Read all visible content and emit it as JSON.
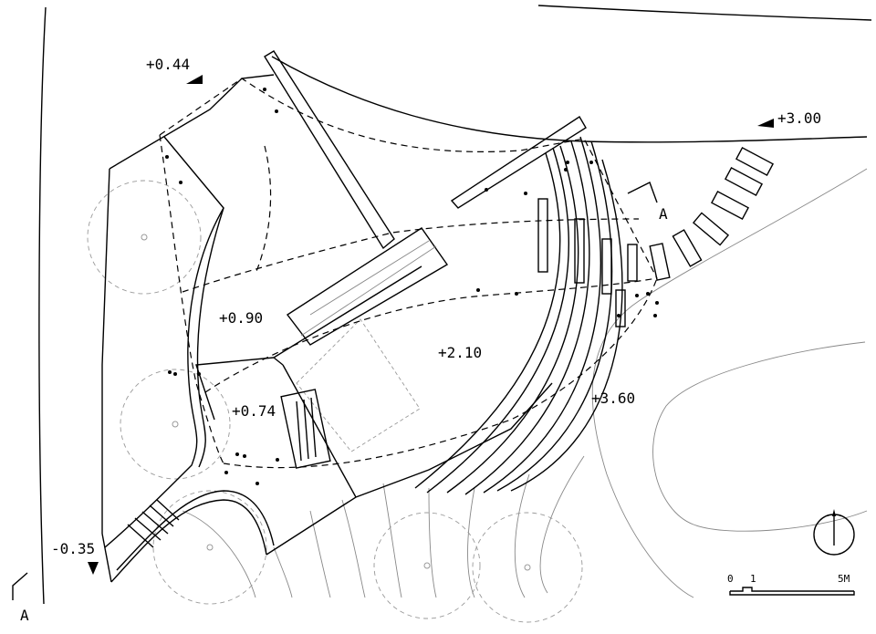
{
  "levels": {
    "top_left": "+0.44",
    "top_right": "+3.00",
    "west_area": "+0.90",
    "center": "+2.10",
    "lower_left": "+0.74",
    "seating": "+3.60",
    "entrance": "-0.35"
  },
  "section": {
    "label_top": "A",
    "label_bottom": "A"
  },
  "scale_bar": {
    "zero": "0",
    "one": "1",
    "five": "5M"
  },
  "icons": {
    "north_arrow": "north-arrow-icon",
    "level_marker": "triangle-marker-icon"
  }
}
